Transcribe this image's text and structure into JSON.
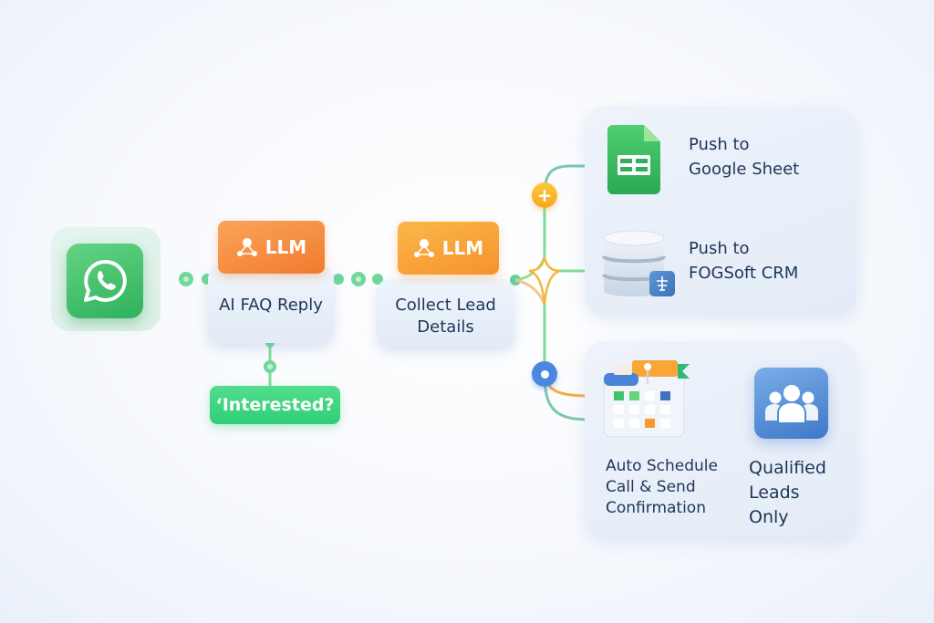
{
  "diagram": {
    "trigger": {
      "icon": "whatsapp-icon",
      "color": "#3cbf68"
    },
    "steps": [
      {
        "badge": "LLM",
        "badge_icon": "network-icon",
        "label": "AI FAQ Reply",
        "badge_color": "#f3843a"
      },
      {
        "badge": "LLM",
        "badge_icon": "network-icon",
        "label_line1": "Collect Lead",
        "label_line2": "Details",
        "badge_color": "#f7a43a"
      }
    ],
    "condition": {
      "label": "‘Interested?",
      "color": "#3fd681"
    },
    "branch_icons": {
      "top": "plus-icon",
      "bottom": "circle-dot-icon",
      "junction": "sparkle-icon"
    },
    "outputs_top": [
      {
        "icon": "google-sheets-icon",
        "line1": "Push to",
        "line2": "Google Sheet"
      },
      {
        "icon": "database-icon",
        "line1": "Push to",
        "line2": "FOGSoft CRM"
      }
    ],
    "outputs_bottom": {
      "calendar": {
        "icon": "calendar-icon",
        "line1": "Auto Schedule",
        "line2": "Call & Send",
        "line3": "Confirmation"
      },
      "leads": {
        "icon": "users-icon",
        "line1": "Qualified",
        "line2": "Leads",
        "line3": "Only"
      }
    },
    "colors": {
      "connector": "#7fd99a",
      "accent_orange": "#f7a43a",
      "accent_blue": "#4a88e0",
      "text": "#1f3557"
    }
  }
}
